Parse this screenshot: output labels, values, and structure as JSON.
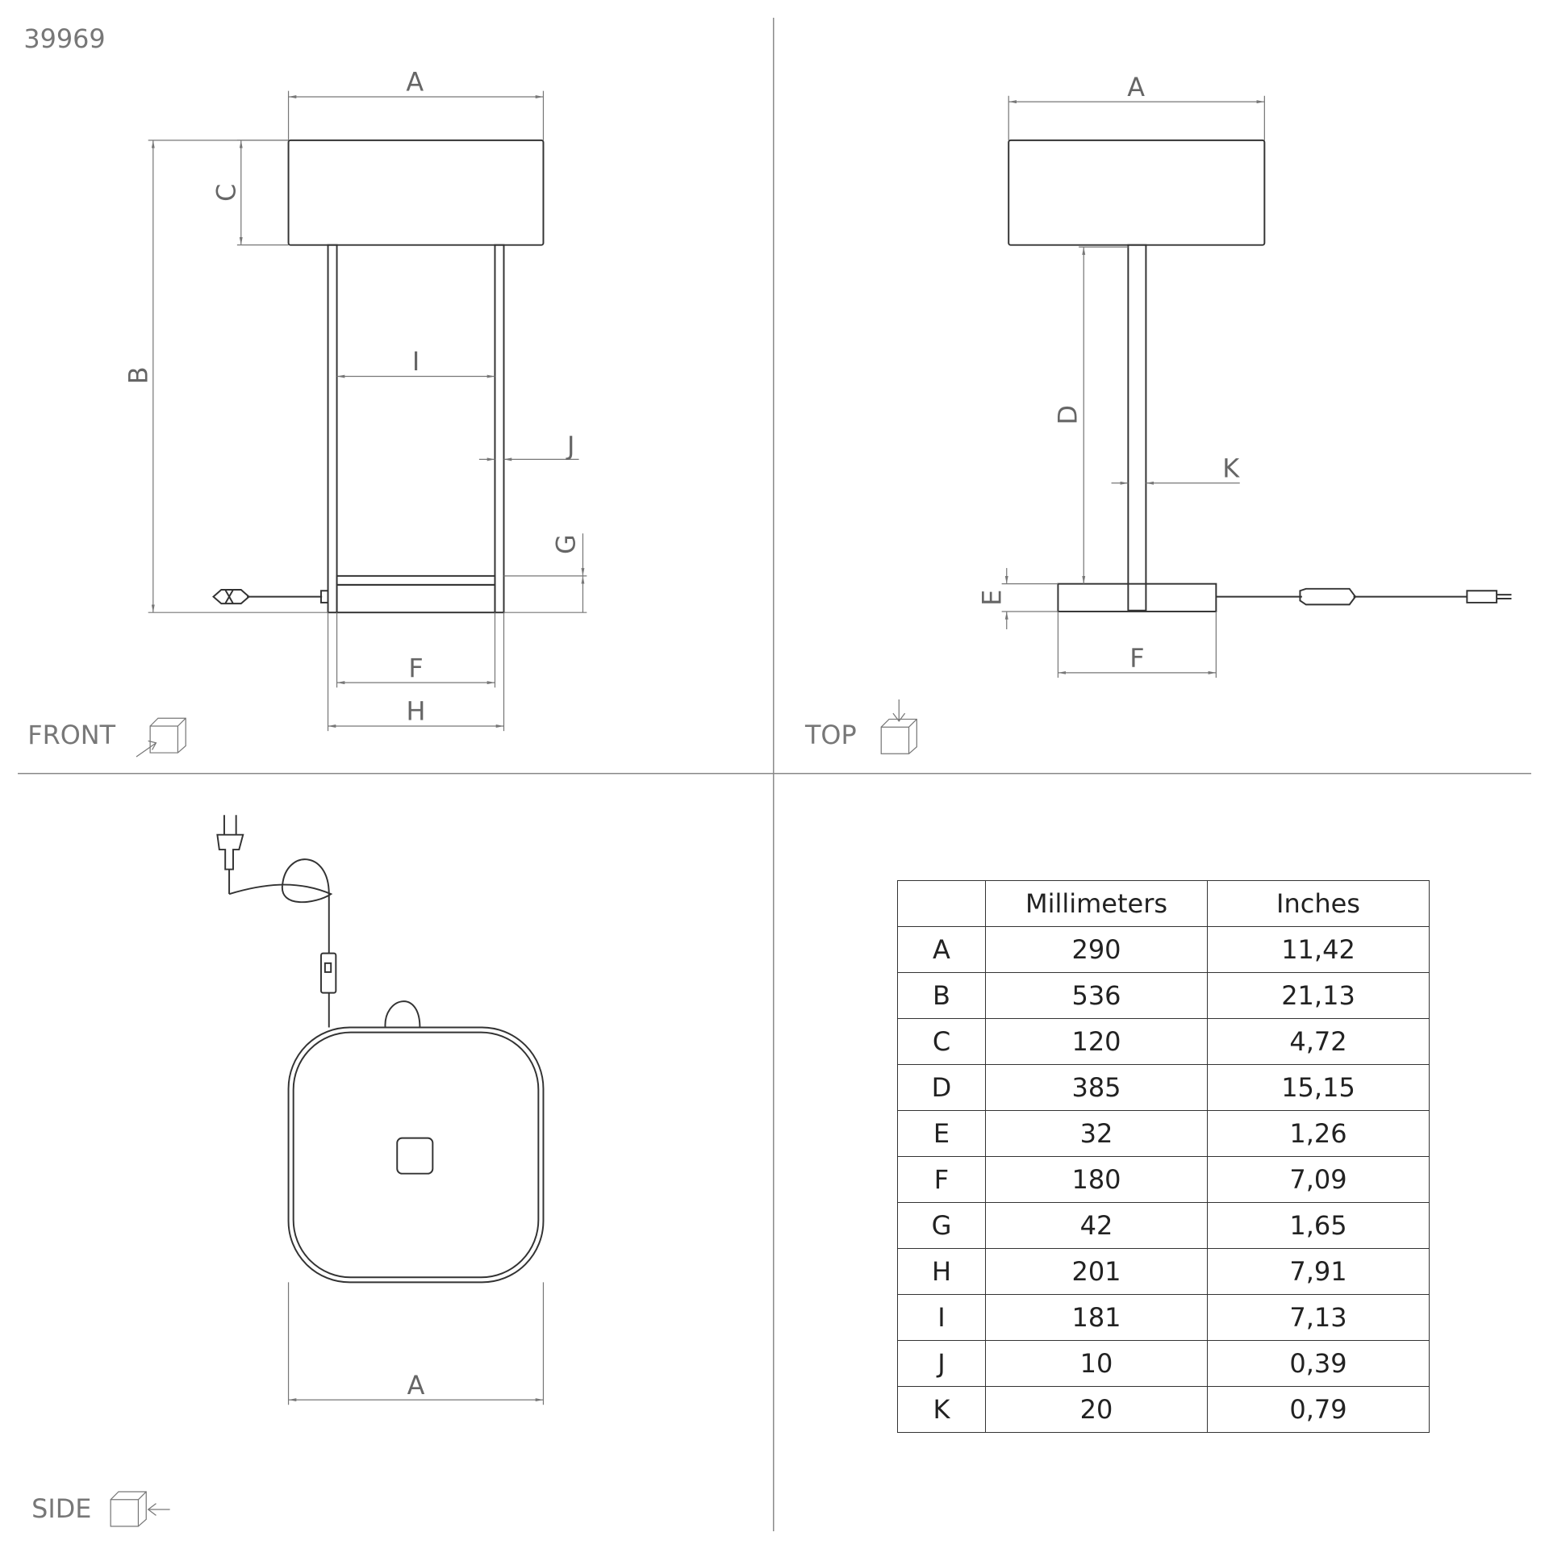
{
  "product_code": "39969",
  "views": {
    "front": "FRONT",
    "top": "TOP",
    "side": "SIDE"
  },
  "labels": {
    "A": "A",
    "B": "B",
    "C": "C",
    "D": "D",
    "E": "E",
    "F": "F",
    "G": "G",
    "H": "H",
    "I": "I",
    "J": "J",
    "K": "K"
  },
  "table": {
    "headers": [
      "",
      "Millimeters",
      "Inches"
    ],
    "rows": [
      [
        "A",
        "290",
        "11,42"
      ],
      [
        "B",
        "536",
        "21,13"
      ],
      [
        "C",
        "120",
        "4,72"
      ],
      [
        "D",
        "385",
        "15,15"
      ],
      [
        "E",
        "32",
        "1,26"
      ],
      [
        "F",
        "180",
        "7,09"
      ],
      [
        "G",
        "42",
        "1,65"
      ],
      [
        "H",
        "201",
        "7,91"
      ],
      [
        "I",
        "181",
        "7,13"
      ],
      [
        "J",
        "10",
        "0,39"
      ],
      [
        "K",
        "20",
        "0,79"
      ]
    ]
  }
}
